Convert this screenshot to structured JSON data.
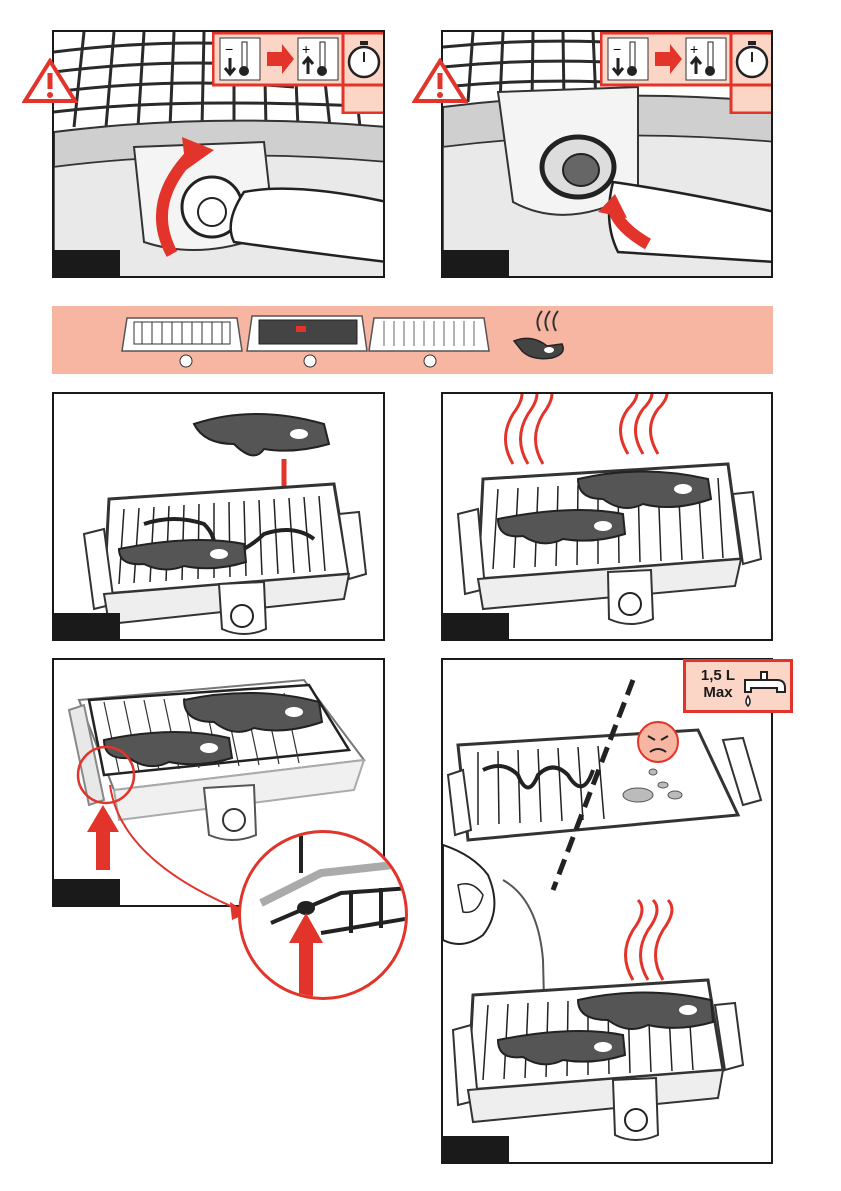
{
  "steps": [
    {
      "id": "knob-on",
      "tab": ""
    },
    {
      "id": "knob-off",
      "tab": ""
    },
    {
      "id": "place-steak",
      "tab": ""
    },
    {
      "id": "cooking",
      "tab": ""
    },
    {
      "id": "raise-grid",
      "tab": ""
    },
    {
      "id": "water-tray",
      "tab": ""
    }
  ],
  "water_spec": {
    "line1": "1,5 L",
    "line2": "Max"
  },
  "icons": {
    "warning": "warning-triangle-icon",
    "temperature": "thermometer-icon",
    "timer": "stopwatch-icon",
    "tap": "water-tap-icon"
  },
  "colors": {
    "accent": "#e2342a",
    "band": "#f6b6a2",
    "steak": "#3a3a3a"
  }
}
